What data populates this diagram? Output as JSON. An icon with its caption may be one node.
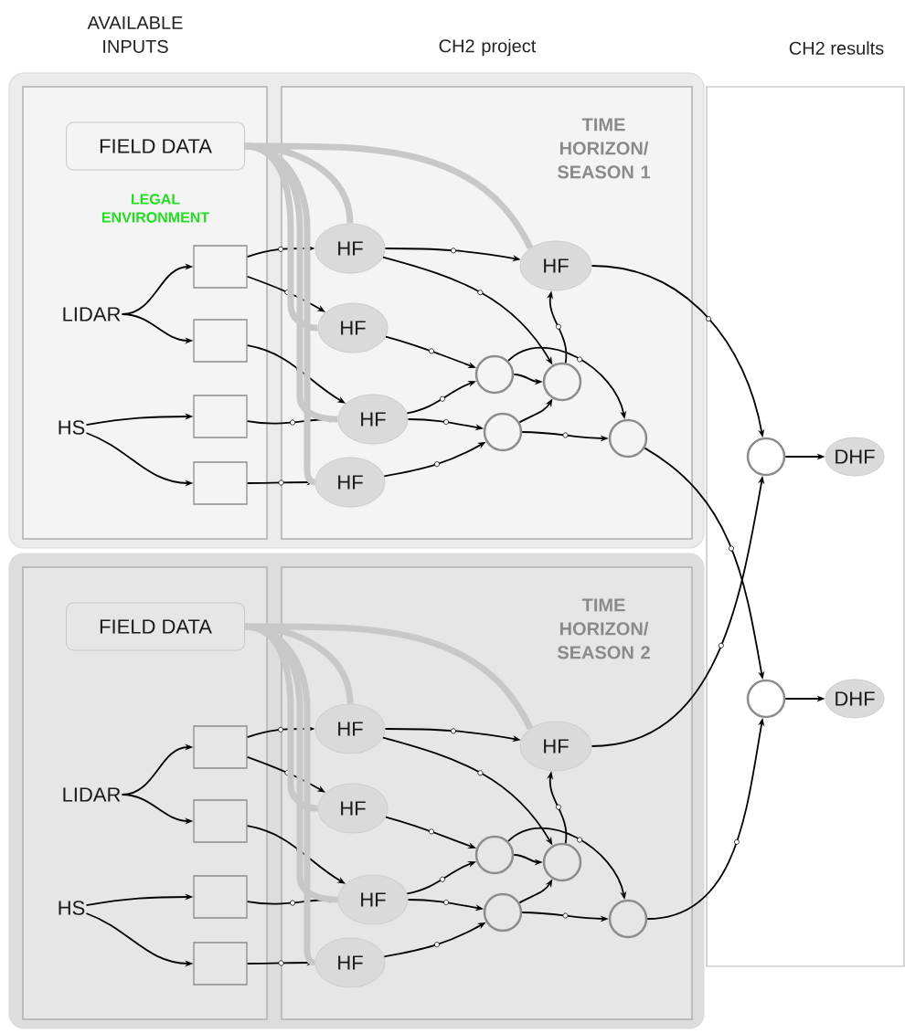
{
  "diagram": {
    "nodes": [
      {
        "text": [],
        "shape": "box"
      },
      {
        "text": [],
        "shape": "box",
        "in": 0
      },
      {
        "text": [
          "TIME HORIZON/ SEASON 1"
        ],
        "in": 0
      },
      {
        "text": [
          "FIELD DATA"
        ],
        "in": 1
      },
      {
        "text": [
          "LIDAR"
        ],
        "in": 1
      },
      {
        "text": [
          "HS"
        ],
        "in": 1
      },
      {
        "text": [],
        "shape": "box",
        "in": 1
      },
      {
        "text": [],
        "shape": "box",
        "in": 1
      },
      {
        "text": [],
        "shape": "box",
        "in": 1
      },
      {
        "text": [],
        "shape": "box",
        "in": 1
      },
      {
        "text": [
          "HF"
        ],
        "in": 2
      },
      {
        "text": [
          "HF"
        ],
        "in": 2
      },
      {
        "text": [
          "HF"
        ],
        "in": 2
      },
      {
        "text": [
          "HF"
        ],
        "in": 2
      },
      {
        "text": [
          "HF"
        ],
        "in": 2
      },
      {
        "text": [],
        "shape": "circle",
        "in": 2
      },
      {
        "text": [],
        "shape": "circle",
        "in": 2
      },
      {
        "text": [],
        "shape": "circle",
        "in": 2
      },
      {
        "text": [],
        "shape": "circle",
        "in": 2
      },
      {
        "text": [],
        "shape": "box"
      },
      {
        "text": [],
        "shape": "box",
        "in": 19
      },
      {
        "text": [
          "TIME HORIZON/ SEASON 2"
        ],
        "in": 19
      },
      {
        "text": [
          "FIELD DATA"
        ],
        "in": 20
      },
      {
        "text": [
          "LIDAR"
        ],
        "in": 20
      },
      {
        "text": [
          "HS"
        ],
        "in": 20
      },
      {
        "text": [],
        "shape": "box",
        "in": 20
      },
      {
        "text": [],
        "shape": "box",
        "in": 20
      },
      {
        "text": [],
        "shape": "box",
        "in": 20
      },
      {
        "text": [],
        "shape": "box",
        "in": 20
      },
      {
        "text": [
          "HF"
        ],
        "in": 21
      },
      {
        "text": [
          "HF"
        ],
        "in": 21
      },
      {
        "text": [
          "HF"
        ],
        "in": 21
      },
      {
        "text": [
          "HF"
        ],
        "in": 21
      },
      {
        "text": [
          "HF"
        ],
        "in": 21
      },
      {
        "text": [],
        "shape": "circle",
        "in": 21
      },
      {
        "text": [],
        "shape": "circle",
        "in": 21
      },
      {
        "text": [],
        "shape": "circle",
        "in": 21
      },
      {
        "text": [],
        "shape": "circle",
        "in": 21
      },
      {
        "text": [
          "CH2 results"
        ]
      },
      {
        "text": [],
        "shape": "circle",
        "in": 38
      },
      {
        "text": [
          "DHF"
        ],
        "in": 38
      },
      {
        "text": [],
        "shape": "circle",
        "in": 38
      },
      {
        "text": [
          "DHF"
        ],
        "in": 38
      }
    ],
    "edges": [
      {
        "from": 4,
        "to": 6,
        "arrow": "to"
      },
      {
        "from": 4,
        "to": 7,
        "arrow": "to"
      },
      {
        "from": 5,
        "to": 8,
        "arrow": "to"
      },
      {
        "from": 5,
        "to": 9,
        "arrow": "to"
      },
      {
        "from": 6,
        "to": 10,
        "arrow": "to"
      },
      {
        "from": 6,
        "to": 11,
        "arrow": "to"
      },
      {
        "from": 7,
        "to": 12,
        "arrow": "to"
      },
      {
        "from": 8,
        "to": 12,
        "arrow": "to"
      },
      {
        "from": 9,
        "to": 13,
        "arrow": "to"
      },
      {
        "from": 3,
        "to": 10,
        "arrow": "none",
        "style": "thick",
        "color": "#c8c8c8"
      },
      {
        "from": 3,
        "to": 11,
        "arrow": "none",
        "style": "thick",
        "color": "#c8c8c8"
      },
      {
        "from": 3,
        "to": 12,
        "arrow": "none",
        "style": "thick",
        "color": "#c8c8c8"
      },
      {
        "from": 3,
        "to": 13,
        "arrow": "none",
        "style": "thick",
        "color": "#c8c8c8"
      },
      {
        "from": 3,
        "to": 14,
        "arrow": "none",
        "style": "thick",
        "color": "#c8c8c8"
      },
      {
        "from": 10,
        "to": 14,
        "arrow": "to"
      },
      {
        "from": 10,
        "to": 16,
        "arrow": "to"
      },
      {
        "from": 11,
        "to": 15,
        "arrow": "to"
      },
      {
        "from": 12,
        "to": 15,
        "arrow": "to"
      },
      {
        "from": 12,
        "to": 17,
        "arrow": "to"
      },
      {
        "from": 13,
        "to": 17,
        "arrow": "to"
      },
      {
        "from": 15,
        "to": 16,
        "arrow": "to"
      },
      {
        "from": 15,
        "to": 18,
        "arrow": "to"
      },
      {
        "from": 17,
        "to": 16,
        "arrow": "to"
      },
      {
        "from": 17,
        "to": 18,
        "arrow": "to"
      },
      {
        "from": 16,
        "to": 14,
        "arrow": "to"
      },
      {
        "from": 23,
        "to": 25,
        "arrow": "to"
      },
      {
        "from": 23,
        "to": 26,
        "arrow": "to"
      },
      {
        "from": 24,
        "to": 27,
        "arrow": "to"
      },
      {
        "from": 24,
        "to": 28,
        "arrow": "to"
      },
      {
        "from": 25,
        "to": 29,
        "arrow": "to"
      },
      {
        "from": 25,
        "to": 30,
        "arrow": "to"
      },
      {
        "from": 26,
        "to": 31,
        "arrow": "to"
      },
      {
        "from": 27,
        "to": 31,
        "arrow": "to"
      },
      {
        "from": 28,
        "to": 32,
        "arrow": "to"
      },
      {
        "from": 22,
        "to": 29,
        "arrow": "none",
        "style": "thick",
        "color": "#c8c8c8"
      },
      {
        "from": 22,
        "to": 30,
        "arrow": "none",
        "style": "thick",
        "color": "#c8c8c8"
      },
      {
        "from": 22,
        "to": 31,
        "arrow": "none",
        "style": "thick",
        "color": "#c8c8c8"
      },
      {
        "from": 22,
        "to": 32,
        "arrow": "none",
        "style": "thick",
        "color": "#c8c8c8"
      },
      {
        "from": 22,
        "to": 33,
        "arrow": "none",
        "style": "thick",
        "color": "#c8c8c8"
      },
      {
        "from": 29,
        "to": 33,
        "arrow": "to"
      },
      {
        "from": 29,
        "to": 35,
        "arrow": "to"
      },
      {
        "from": 30,
        "to": 34,
        "arrow": "to"
      },
      {
        "from": 31,
        "to": 34,
        "arrow": "to"
      },
      {
        "from": 31,
        "to": 36,
        "arrow": "to"
      },
      {
        "from": 32,
        "to": 36,
        "arrow": "to"
      },
      {
        "from": 34,
        "to": 35,
        "arrow": "to"
      },
      {
        "from": 34,
        "to": 37,
        "arrow": "to"
      },
      {
        "from": 36,
        "to": 35,
        "arrow": "to"
      },
      {
        "from": 36,
        "to": 37,
        "arrow": "to"
      },
      {
        "from": 35,
        "to": 33,
        "arrow": "to"
      },
      {
        "from": 14,
        "to": 39,
        "arrow": "to"
      },
      {
        "from": 18,
        "to": 41,
        "arrow": "to"
      },
      {
        "from": 33,
        "to": 39,
        "arrow": "to"
      },
      {
        "from": 37,
        "to": 41,
        "arrow": "to"
      },
      {
        "from": 39,
        "to": 40,
        "arrow": "to"
      },
      {
        "from": 41,
        "to": 42,
        "arrow": "to"
      }
    ],
    "labels": [
      "AVAILABLE INPUTS",
      "CH2 project",
      "LEGAL ENVIRONMENT"
    ]
  }
}
